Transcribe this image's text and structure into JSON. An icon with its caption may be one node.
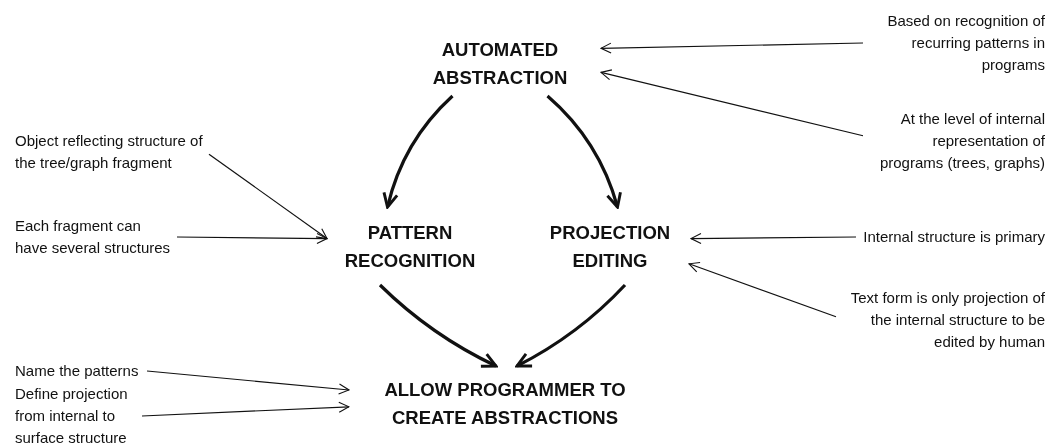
{
  "diagram": {
    "nodes": [
      {
        "text": [
          "AUTOMATED ABSTRACTION"
        ]
      },
      {
        "text": [
          "PATTERN RECOGNITION"
        ]
      },
      {
        "text": [
          "PROJECTION EDITING"
        ]
      },
      {
        "text": [
          "ALLOW PROGRAMMER TO CREATE ABSTRACTIONS"
        ]
      },
      {
        "text": [
          "Based on recognition of recurring patterns in programs"
        ]
      },
      {
        "text": [
          "At the level of internal representation of programs (trees, graphs)"
        ]
      },
      {
        "text": [
          "Object reflecting structure of the tree/graph fragment"
        ]
      },
      {
        "text": [
          "Each fragment can have several structures"
        ]
      },
      {
        "text": [
          "Internal structure is primary"
        ]
      },
      {
        "text": [
          "Text form is only projection of the internal structure to be edited by human"
        ]
      },
      {
        "text": [
          "Name the patterns"
        ]
      },
      {
        "text": [
          "Define projection from internal to surface structure"
        ]
      }
    ],
    "edges": [
      {
        "from": 0,
        "to": 1,
        "arrow": "to",
        "style": "thick"
      },
      {
        "from": 0,
        "to": 2,
        "arrow": "to",
        "style": "thick"
      },
      {
        "from": 1,
        "to": 3,
        "arrow": "to",
        "style": "thick"
      },
      {
        "from": 2,
        "to": 3,
        "arrow": "to",
        "style": "thick"
      },
      {
        "from": 4,
        "to": 0,
        "arrow": "to"
      },
      {
        "from": 5,
        "to": 0,
        "arrow": "to"
      },
      {
        "from": 6,
        "to": 1,
        "arrow": "to"
      },
      {
        "from": 7,
        "to": 1,
        "arrow": "to"
      },
      {
        "from": 8,
        "to": 2,
        "arrow": "to"
      },
      {
        "from": 9,
        "to": 2,
        "arrow": "to"
      },
      {
        "from": 10,
        "to": 3,
        "arrow": "to"
      },
      {
        "from": 11,
        "to": 3,
        "arrow": "to"
      }
    ]
  }
}
